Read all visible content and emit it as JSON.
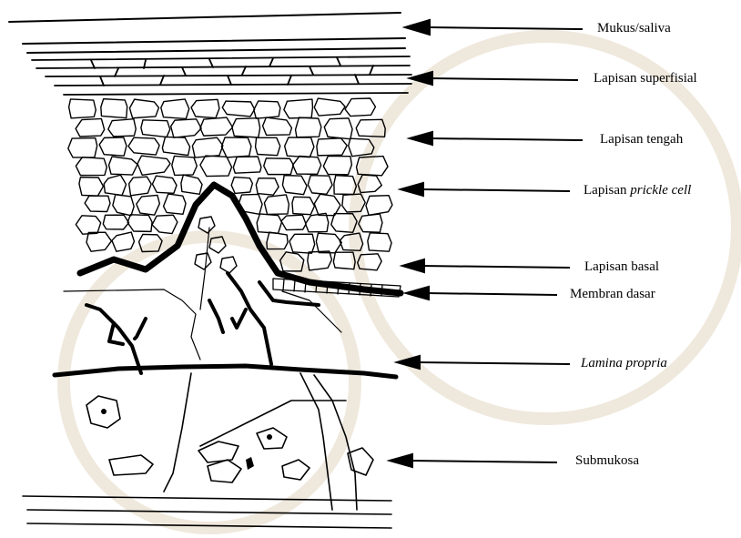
{
  "labels": {
    "mukus": "Mukus/saliva",
    "superfisial": "Lapisan superfisial",
    "tengah": "Lapisan tengah",
    "prickle_prefix": "Lapisan ",
    "prickle_em": "prickle cell",
    "basal": "Lapisan basal",
    "membran": "Membran dasar",
    "lamina": "Lamina propria",
    "submukosa": "Submukosa"
  },
  "colors": {
    "ink": "#000000",
    "watermark": "#e8e0d0"
  }
}
